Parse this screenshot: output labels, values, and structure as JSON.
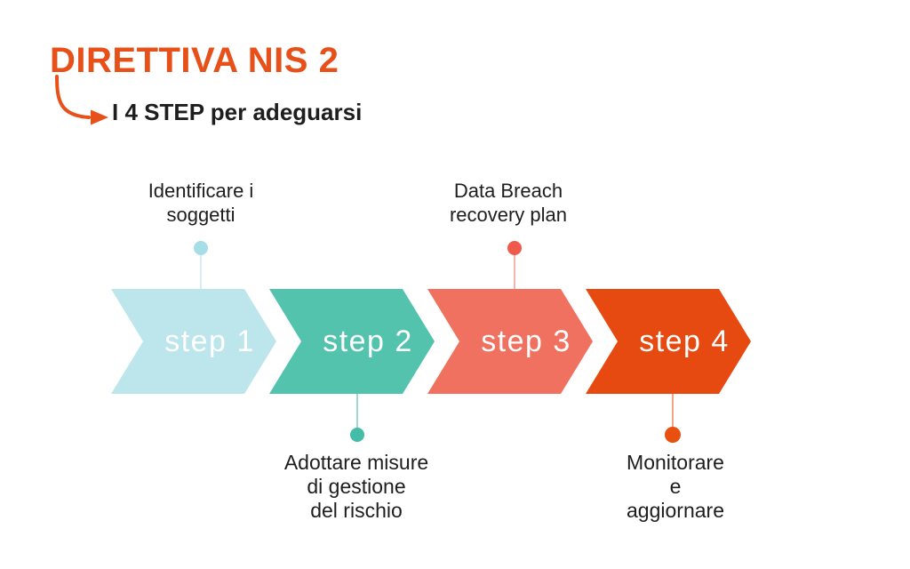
{
  "colors": {
    "background": "#FFFFFF",
    "accent-orange": "#E8501A",
    "text-dark": "#1E1E1E",
    "step-label-white": "#FFFFFF"
  },
  "header": {
    "title": "DIRETTIVA NIS 2",
    "subtitle": "I 4 STEP per adeguarsi"
  },
  "diagram": {
    "type": "process-flow",
    "steps": [
      {
        "label": "step 1",
        "color": "#BCE6EC",
        "dot_color": "#A5DEE6",
        "line_color": "#D8EDF1",
        "annotation_position": "above",
        "annotation": "Identificare i\nsoggetti"
      },
      {
        "label": "step 2",
        "color": "#53C3AE",
        "dot_color": "#45BCA7",
        "line_color": "#9FDACE",
        "annotation_position": "below",
        "annotation": "Adottare misure\ndi gestione\ndel rischio"
      },
      {
        "label": "step 3",
        "color": "#F0715F",
        "dot_color": "#F05A4C",
        "line_color": "#F6B5AC",
        "annotation_position": "above",
        "annotation": "Data Breach\nrecovery plan"
      },
      {
        "label": "step 4",
        "color": "#E74A10",
        "dot_color": "#E8500F",
        "line_color": "#F2A584",
        "annotation_position": "below",
        "annotation": "Monitorare\ne\naggiornare"
      }
    ]
  }
}
